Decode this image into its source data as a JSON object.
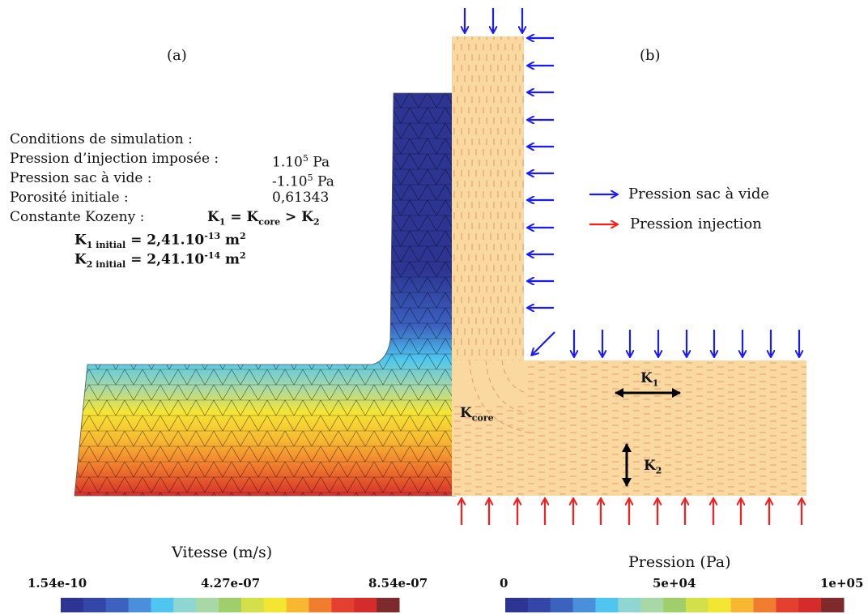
{
  "panel_a_label": "(a)",
  "panel_b_label": "(b)",
  "conditions": {
    "title": "Conditions de simulation :",
    "rows": [
      {
        "label": "Pression d’injection imposée :",
        "value": "1.10",
        "sup": "5",
        "unit": " Pa"
      },
      {
        "label": "Pression sac à vide :",
        "value": "-1.10",
        "sup": "5",
        "unit": " Pa"
      },
      {
        "label": "Porosité initiale :",
        "value": "0,61343",
        "sup": "",
        "unit": ""
      }
    ],
    "kozeny_label": "Constante Kozeny :",
    "kozeny_relation": {
      "k": "K",
      "s1": "1",
      "eq": " = K",
      "score": "core",
      "gt": " > K",
      "s2": "2"
    },
    "k1_initial": {
      "k": "K",
      "sub": "1 initial",
      "eq": " = 2,41.10",
      "sup": "-13",
      "unit": " m",
      "unitsup": "2"
    },
    "k2_initial": {
      "k": "K",
      "sub": "2 initial",
      "eq": " = 2,41.10",
      "sup": "-14",
      "unit": " m",
      "unitsup": "2"
    }
  },
  "legend": {
    "vacuum_label": "Pression sac à vide",
    "vacuum_color": "#1a1aff",
    "injection_label": "Pression injection",
    "injection_color": "#ff1a1a"
  },
  "annotations": {
    "k_core": {
      "k": "K",
      "sub": "core"
    },
    "k1": {
      "k": "K",
      "sub": "1"
    },
    "k2": {
      "k": "K",
      "sub": "2"
    }
  },
  "colorbar_velocity": {
    "title": "Vitesse (m/s)",
    "ticks": [
      "1.54e-10",
      "4.27e-07",
      "8.54e-07"
    ]
  },
  "colorbar_pressure": {
    "title": "Pression (Pa)",
    "ticks": [
      "0",
      "5e+04",
      "1e+05"
    ]
  },
  "colormap": [
    "#2c3592",
    "#3347a8",
    "#3c62c0",
    "#4a8fdb",
    "#4ec6ef",
    "#8fd6d2",
    "#a8d8a6",
    "#9fcf6a",
    "#d4e04a",
    "#f5e533",
    "#f7b731",
    "#f07d2e",
    "#e5402f",
    "#d62b2b",
    "#7f2a2a"
  ],
  "composite_color": "#f9d9a0"
}
